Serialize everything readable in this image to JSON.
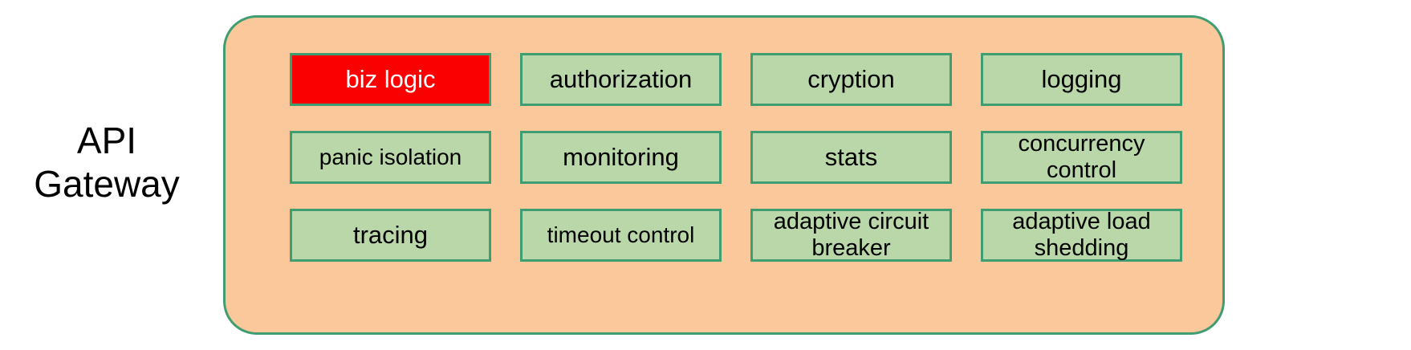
{
  "diagram": {
    "title_label": "API\nGateway",
    "panel_name": "API Gateway panel",
    "colors": {
      "panel_fill": "#fac89a",
      "panel_border": "#3e9e72",
      "box_fill": "#b9d7a8",
      "box_border": "#3e9e72",
      "highlight_fill": "#fb0000",
      "highlight_text": "#ffffff",
      "text": "#000000",
      "background": "#ffffff"
    },
    "rows": [
      {
        "row_index": 1,
        "cells": [
          {
            "label": "biz logic",
            "highlighted": true,
            "lines": 1
          },
          {
            "label": "authorization",
            "highlighted": false,
            "lines": 1
          },
          {
            "label": "cryption",
            "highlighted": false,
            "lines": 1
          },
          {
            "label": "logging",
            "highlighted": false,
            "lines": 1
          }
        ]
      },
      {
        "row_index": 2,
        "cells": [
          {
            "label": "panic isolation",
            "highlighted": false,
            "lines": 1
          },
          {
            "label": "monitoring",
            "highlighted": false,
            "lines": 1
          },
          {
            "label": "stats",
            "highlighted": false,
            "lines": 1
          },
          {
            "label": "concurrency\ncontrol",
            "highlighted": false,
            "lines": 2
          }
        ]
      },
      {
        "row_index": 3,
        "cells": [
          {
            "label": "tracing",
            "highlighted": false,
            "lines": 1
          },
          {
            "label": "timeout control",
            "highlighted": false,
            "lines": 1
          },
          {
            "label": "adaptive circuit\nbreaker",
            "highlighted": false,
            "lines": 2
          },
          {
            "label": "adaptive load\nshedding",
            "highlighted": false,
            "lines": 2
          }
        ]
      }
    ]
  }
}
